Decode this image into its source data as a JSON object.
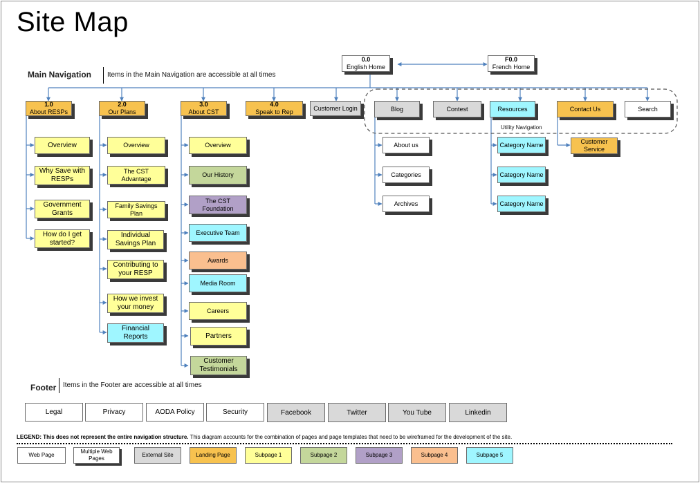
{
  "title": "Site Map",
  "main_navigation": {
    "label": "Main Navigation",
    "note": "Items in the Main Navigation are accessible at all times"
  },
  "home": {
    "english": {
      "code": "0.0",
      "label": "English Home"
    },
    "french": {
      "code": "F0.0",
      "label": "French Home"
    }
  },
  "sections": {
    "about_resps": {
      "code": "1.0",
      "label": "About RESPs",
      "children": [
        "Overview",
        "Why Save with RESPs",
        "Government Grants",
        "How do I get started?"
      ]
    },
    "our_plans": {
      "code": "2.0",
      "label": "Our Plans",
      "children": [
        "Overview",
        "The CST Advantage",
        "Family Savings Plan",
        "Individual Savings Plan",
        "Contributing to your RESP",
        "How we invest your money",
        "Financial Reports"
      ]
    },
    "about_cst": {
      "code": "3.0",
      "label": "About CST",
      "children": [
        "Overview",
        "Our History",
        "The CST Foundation",
        "Executive Team",
        "Awards",
        "Media Room",
        "Careers",
        "Partners",
        "Customer Testimonials"
      ]
    },
    "speak_to_rep": {
      "code": "4.0",
      "label": "Speak to  Rep"
    },
    "customer_login": {
      "label": "Customer Login"
    }
  },
  "utility": {
    "label": "Utility Navigation",
    "blog": {
      "label": "Blog",
      "children": [
        "About us",
        "Categories",
        "Archives"
      ]
    },
    "contest": {
      "label": "Contest"
    },
    "resources": {
      "label": "Resources",
      "children": [
        "Category Name",
        "Category Name",
        "Category Name"
      ]
    },
    "contact_us": {
      "label": "Contact Us",
      "children": [
        "Customer Service"
      ]
    },
    "search": {
      "label": "Search"
    }
  },
  "footer": {
    "label": "Footer",
    "note": "Items in the Footer are accessible at all times",
    "items": [
      "Legal",
      "Privacy",
      "AODA Policy",
      "Security",
      "Facebook",
      "Twitter",
      "You Tube",
      "Linkedin"
    ]
  },
  "legend": {
    "bold": "LEGEND: This does not represent the entire navigation structure.",
    "text": " This diagram accounts for the combination of pages and page templates that need to be wireframed for the development of the site.",
    "items": [
      "Web Page",
      "Multiple Web Pages",
      "External Site",
      "Landing Page",
      "Subpage 1",
      "Subpage 2",
      "Subpage 3",
      "Subpage 4",
      "Subpage 5"
    ]
  },
  "colors": {
    "landing": "#f7c24f",
    "subpage1": "#ffff99",
    "subpage2": "#c4d79b",
    "subpage3": "#b1a0c7",
    "subpage4": "#fabf8f",
    "subpage5": "#9ff6ff",
    "external": "#d9d9d9",
    "connector": "#4f81bd"
  }
}
